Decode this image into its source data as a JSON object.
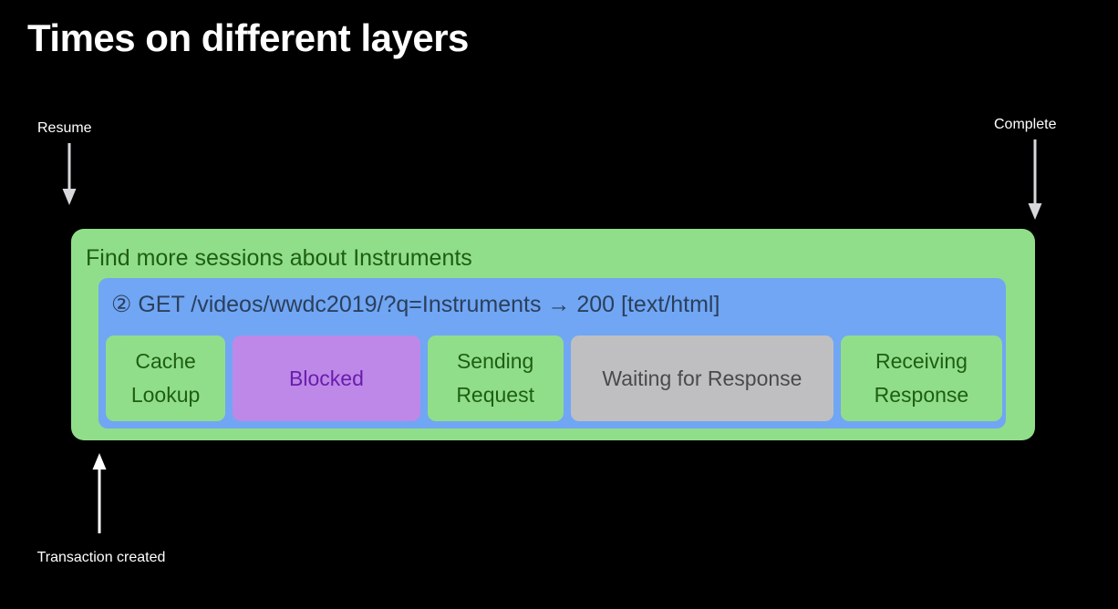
{
  "slide": {
    "title": "Times on different layers",
    "background_color": "#000000"
  },
  "annotations": [
    {
      "name": "resume",
      "label": "Resume",
      "arrow_direction": "down",
      "color": "#D8D8DC"
    },
    {
      "name": "complete",
      "label": "Complete",
      "arrow_direction": "down",
      "color": "#D8D8DC"
    },
    {
      "name": "transaction-created",
      "label": "Transaction created",
      "arrow_direction": "up",
      "color": "#FFFFFF"
    }
  ],
  "layer": {
    "title": "Find more sessions about Instruments",
    "background_color": "#90DE8A",
    "text_color": "#1E5E14"
  },
  "request": {
    "marker": "②",
    "text": "GET /videos/wwdc2019/?q=Instruments → 200 [text/html]",
    "full_line": "② GET /videos/wwdc2019/?q=Instruments → 200 [text/html]",
    "method": "GET",
    "path": "/videos/wwdc2019/?q=Instruments",
    "status": "200",
    "content_type": "[text/html]",
    "background_color": "#70A6F4",
    "text_color": "#2B3F5C"
  },
  "segments": [
    {
      "label": "Cache Lookup",
      "style": "green",
      "width_pct": 13.4,
      "color": "#90DE8A",
      "text_color": "#1E5E14"
    },
    {
      "label": "Blocked",
      "style": "purple",
      "width_pct": 21.0,
      "color": "#BE88E8",
      "text_color": "#6A1DAC"
    },
    {
      "label": "Sending Request",
      "style": "green",
      "width_pct": 15.2,
      "color": "#90DE8A",
      "text_color": "#1E5E14"
    },
    {
      "label": "Waiting for Response",
      "style": "gray",
      "width_pct": 29.5,
      "color": "#BFBFC1",
      "text_color": "#4A4A4D"
    },
    {
      "label": "Receiving Response",
      "style": "green",
      "width_pct": 18.0,
      "color": "#90DE8A",
      "text_color": "#1E5E14"
    }
  ]
}
